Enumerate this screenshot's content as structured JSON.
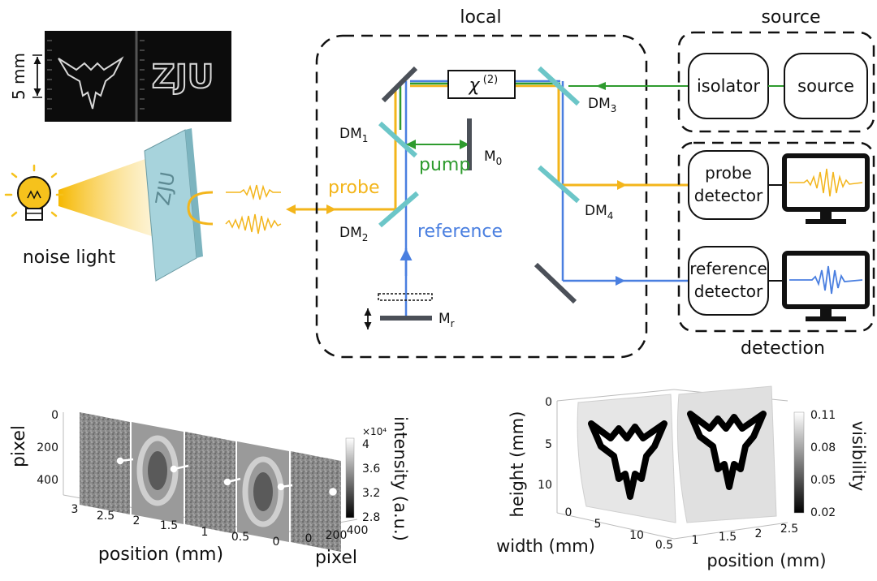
{
  "inset": {
    "scale_label": "5 mm",
    "logo_text": "ZJU"
  },
  "illumination": {
    "noise_light_label": "noise light",
    "sample_text": "ZJU"
  },
  "beams": {
    "probe": "probe",
    "pump": "pump",
    "reference": "reference"
  },
  "boxes": {
    "local": "local",
    "source_group": "source",
    "detection_group": "detection",
    "isolator": "isolator",
    "source": "source",
    "probe_detector_line1": "probe",
    "probe_detector_line2": "detector",
    "reference_detector_line1": "reference",
    "reference_detector_line2": "detector"
  },
  "components": {
    "chi": "χ",
    "chi_sup": "(2)",
    "dm1": "DM",
    "dm1_sub": "1",
    "dm2": "DM",
    "dm2_sub": "2",
    "dm3": "DM",
    "dm3_sub": "3",
    "dm4": "DM",
    "dm4_sub": "4",
    "m0": "M",
    "m0_sub": "0",
    "mr": "M",
    "mr_sub": "r"
  },
  "colors": {
    "probe": "#f3b51b",
    "pump": "#2e9b2e",
    "reference": "#4a7fe0",
    "dichroic": "#6cc6c8",
    "mirror": "#4b5058",
    "sample": "#a7d3dc"
  },
  "panel_left": {
    "ylabel": "pixel",
    "xlabel": "position (mm)",
    "zlabel": "pixel",
    "y_ticks": [
      "0",
      "200",
      "400"
    ],
    "x_ticks": [
      "3",
      "2.5",
      "2",
      "1.5",
      "1",
      "0.5",
      "0"
    ],
    "z_ticks": [
      "0",
      "200",
      "400"
    ],
    "colorbar_label": "intensity (a.u.)",
    "colorbar_exp": "×10⁴",
    "colorbar_ticks": [
      "4",
      "3.6",
      "3.2",
      "2.8"
    ]
  },
  "panel_right": {
    "ylabel": "height (mm)",
    "xlabel": "position (mm)",
    "zlabel": "width (mm)",
    "y_ticks": [
      "0",
      "5",
      "10"
    ],
    "x_ticks": [
      "0.5",
      "1",
      "1.5",
      "2",
      "2.5"
    ],
    "z_ticks": [
      "0",
      "5",
      "10"
    ],
    "colorbar_label": "visibility",
    "colorbar_ticks": [
      "0.11",
      "0.08",
      "0.05",
      "0.02"
    ]
  }
}
